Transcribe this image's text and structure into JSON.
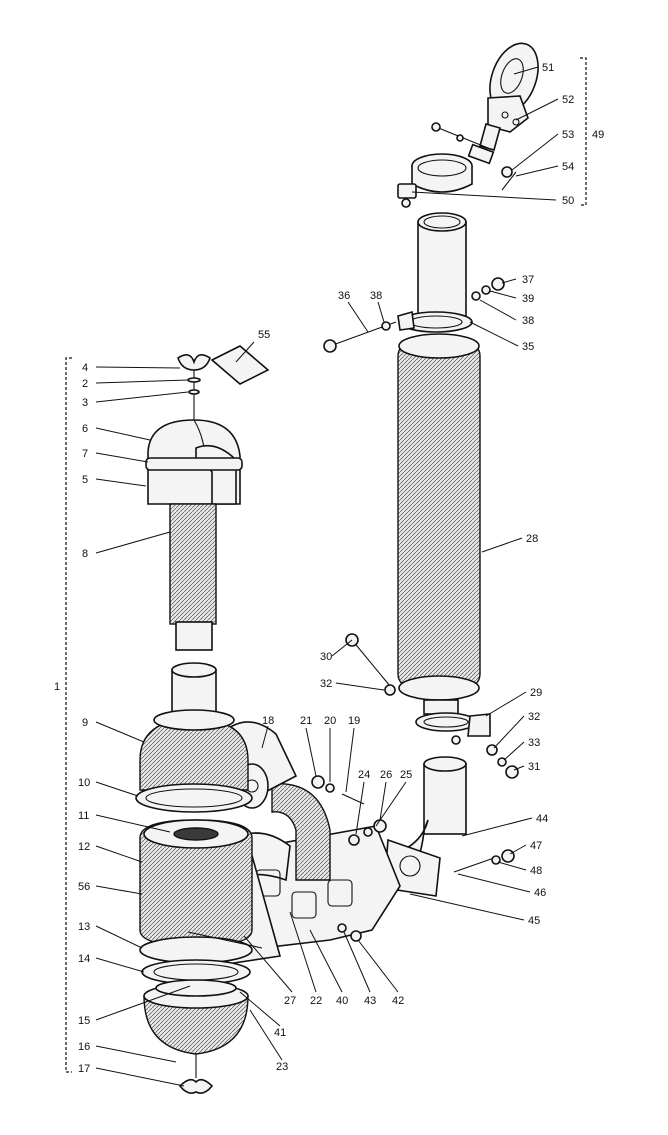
{
  "diagram": {
    "callouts": [
      {
        "id": "c1",
        "text": "1"
      },
      {
        "id": "c2",
        "text": "2"
      },
      {
        "id": "c3",
        "text": "3"
      },
      {
        "id": "c4",
        "text": "4"
      },
      {
        "id": "c5",
        "text": "5"
      },
      {
        "id": "c6",
        "text": "6"
      },
      {
        "id": "c7",
        "text": "7"
      },
      {
        "id": "c8",
        "text": "8"
      },
      {
        "id": "c9",
        "text": "9"
      },
      {
        "id": "c10",
        "text": "10"
      },
      {
        "id": "c11",
        "text": "11"
      },
      {
        "id": "c12",
        "text": "12"
      },
      {
        "id": "c13",
        "text": "13"
      },
      {
        "id": "c14",
        "text": "14"
      },
      {
        "id": "c15",
        "text": "15"
      },
      {
        "id": "c16",
        "text": "16"
      },
      {
        "id": "c17",
        "text": "17"
      },
      {
        "id": "c18",
        "text": "18"
      },
      {
        "id": "c19",
        "text": "19"
      },
      {
        "id": "c20",
        "text": "20"
      },
      {
        "id": "c21",
        "text": "21"
      },
      {
        "id": "c22",
        "text": "22"
      },
      {
        "id": "c23",
        "text": "23"
      },
      {
        "id": "c24",
        "text": "24"
      },
      {
        "id": "c25",
        "text": "25"
      },
      {
        "id": "c26",
        "text": "26"
      },
      {
        "id": "c27",
        "text": "27"
      },
      {
        "id": "c28",
        "text": "28"
      },
      {
        "id": "c29",
        "text": "29"
      },
      {
        "id": "c30",
        "text": "30"
      },
      {
        "id": "c31",
        "text": "31"
      },
      {
        "id": "c32a",
        "text": "32"
      },
      {
        "id": "c32b",
        "text": "32"
      },
      {
        "id": "c33",
        "text": "33"
      },
      {
        "id": "c35",
        "text": "35"
      },
      {
        "id": "c36",
        "text": "36"
      },
      {
        "id": "c37",
        "text": "37"
      },
      {
        "id": "c38a",
        "text": "38"
      },
      {
        "id": "c38b",
        "text": "38"
      },
      {
        "id": "c39",
        "text": "39"
      },
      {
        "id": "c40",
        "text": "40"
      },
      {
        "id": "c41",
        "text": "41"
      },
      {
        "id": "c42",
        "text": "42"
      },
      {
        "id": "c43",
        "text": "43"
      },
      {
        "id": "c44",
        "text": "44"
      },
      {
        "id": "c45",
        "text": "45"
      },
      {
        "id": "c46",
        "text": "46"
      },
      {
        "id": "c47",
        "text": "47"
      },
      {
        "id": "c48",
        "text": "48"
      },
      {
        "id": "c49",
        "text": "49"
      },
      {
        "id": "c50",
        "text": "50"
      },
      {
        "id": "c51",
        "text": "51"
      },
      {
        "id": "c52",
        "text": "52"
      },
      {
        "id": "c53",
        "text": "53"
      },
      {
        "id": "c54",
        "text": "54"
      },
      {
        "id": "c55",
        "text": "55"
      },
      {
        "id": "c56",
        "text": "56"
      }
    ]
  }
}
